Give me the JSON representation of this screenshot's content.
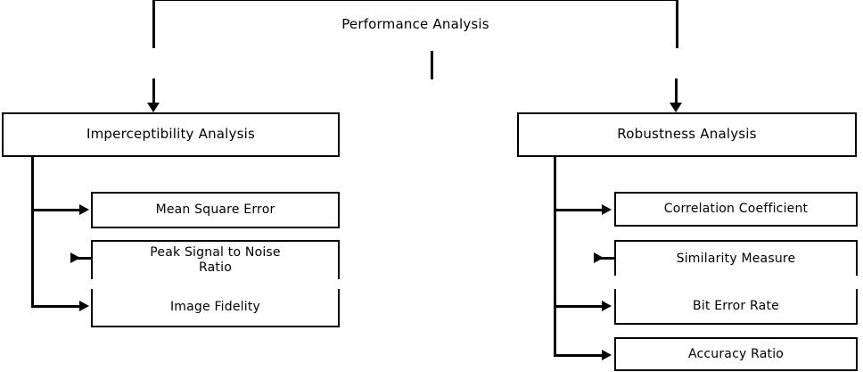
{
  "diagram": {
    "title": "Performance Analysis",
    "type": "hierarchy-flowchart",
    "root": {
      "label": "Performance Analysis"
    },
    "branches": [
      {
        "label": "Imperceptibility Analysis",
        "metrics": [
          {
            "label": "Mean Square Error"
          },
          {
            "label": "Peak Signal to Noise\nRatio"
          },
          {
            "label": "Image Fidelity"
          }
        ]
      },
      {
        "label": "Robustness Analysis",
        "metrics": [
          {
            "label": "Correlation Coefficient"
          },
          {
            "label": "Similarity Measure"
          },
          {
            "label": "Bit Error Rate"
          },
          {
            "label": "Accuracy Ratio"
          }
        ]
      }
    ],
    "colors": {
      "stroke": "#000000",
      "background": "#ffffff",
      "text": "#000000"
    }
  }
}
